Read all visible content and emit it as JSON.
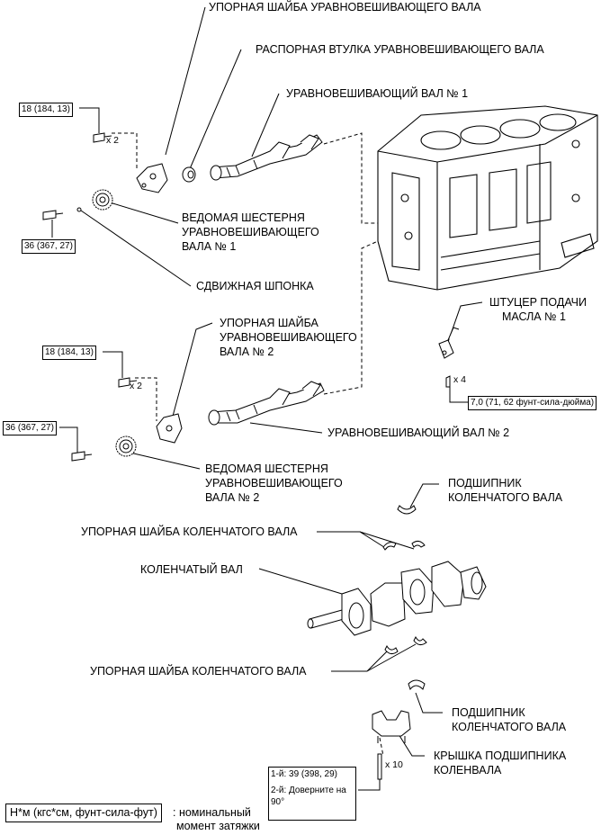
{
  "labels": {
    "balancer_thrust_washer": "УПОРНАЯ ШАЙБА УРАВНОВЕШИВАЮЩЕГО ВАЛА",
    "balancer_spacer": "РАСПОРНАЯ ВТУЛКА УРАВНОВЕШИВАЮЩЕГО ВАЛА",
    "balancer_shaft_1": "УРАВНОВЕШИВАЮЩИЙ ВАЛ № 1",
    "driven_gear_1_l1": "ВЕДОМАЯ ШЕСТЕРНЯ",
    "driven_gear_1_l2": "УРАВНОВЕШИВАЮЩЕГО",
    "driven_gear_1_l3": "ВАЛА № 1",
    "sliding_key": "СДВИЖНАЯ ШПОНКА",
    "oil_nozzle_l1": "ШТУЦЕР ПОДАЧИ",
    "oil_nozzle_l2": "МАСЛА № 1",
    "thrust_washer_2_l1": "УПОРНАЯ ШАЙБА",
    "thrust_washer_2_l2": "УРАВНОВЕШИВАЮЩЕГО",
    "thrust_washer_2_l3": "ВАЛА № 2",
    "balancer_shaft_2": "УРАВНОВЕШИВАЮЩИЙ ВАЛ № 2",
    "driven_gear_2_l1": "ВЕДОМАЯ ШЕСТЕРНЯ",
    "driven_gear_2_l2": "УРАВНОВЕШИВАЮЩЕГО",
    "driven_gear_2_l3": "ВАЛА № 2",
    "crank_bearing_top_l1": "ПОДШИПНИК",
    "crank_bearing_top_l2": "КОЛЕНЧАТОГО ВАЛА",
    "crank_thrust_top": "УПОРНАЯ ШАЙБА КОЛЕНЧАТОГО ВАЛА",
    "crankshaft": "КОЛЕНЧАТЫЙ ВАЛ",
    "crank_thrust_bottom": "УПОРНАЯ ШАЙБА КОЛЕНЧАТОГО ВАЛА",
    "crank_bearing_bot_l1": "ПОДШИПНИК",
    "crank_bearing_bot_l2": "КОЛЕНЧАТОГО ВАЛА",
    "bearing_cap_l1": "КРЫШКА ПОДШИПНИКА",
    "bearing_cap_l2": "КОЛЕНВАЛА"
  },
  "torques": {
    "t1": "18 (184, 13)",
    "t2": "36 (367, 27)",
    "t3": "18 (184, 13)",
    "t4": "36 (367, 27)",
    "t5": "7,0 (71, 62 фунт-сила-дюйма)",
    "t6_l1": "1-й: 39 (398, 29)",
    "t6_l2": "2-й: Доверните на",
    "t6_l3": "90°"
  },
  "quantities": {
    "q1": "x 2",
    "q2": "x 2",
    "q3": "x 4",
    "q4": "x 10"
  },
  "legend": {
    "units": "Н*м (кгс*см, фунт-сила-фут)",
    "desc_l1": ": номинальный",
    "desc_l2": "момент затяжки"
  }
}
